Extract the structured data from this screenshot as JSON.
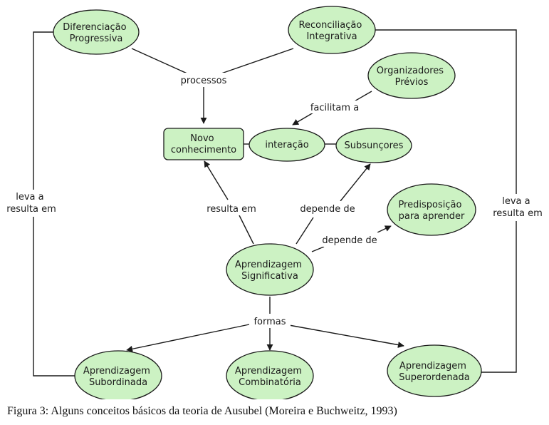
{
  "caption": "Figura 3: Alguns conceitos básicos da teoria de Ausubel (Moreira e Buchweitz, 1993)",
  "colors": {
    "node_fill": "#ccf2c3",
    "stroke": "#1a1a1a",
    "background": "#ffffff"
  },
  "nodes": {
    "diferenciacao": [
      "Diferenciação",
      "Progressiva"
    ],
    "reconciliacao": [
      "Reconciliação",
      "Integrativa"
    ],
    "organizadores": [
      "Organizadores",
      "Prévios"
    ],
    "novo": [
      "Novo",
      "conhecimento"
    ],
    "interacao": [
      "interação"
    ],
    "subsuncores": [
      "Subsunçores"
    ],
    "predisposicao": [
      "Predisposição",
      "para aprender"
    ],
    "aprendizagem": [
      "Aprendizagem",
      "Significativa"
    ],
    "subordinada": [
      "Aprendizagem",
      "Subordinada"
    ],
    "combinatoria": [
      "Aprendizagem",
      "Combinatória"
    ],
    "superordenada": [
      "Aprendizagem",
      "Superordenada"
    ]
  },
  "links": {
    "processos": [
      "processos"
    ],
    "facilitam": [
      "facilitam a"
    ],
    "resulta_em": [
      "resulta em"
    ],
    "depende_de_1": [
      "depende de"
    ],
    "depende_de_2": [
      "depende de"
    ],
    "formas": [
      "formas"
    ],
    "leva_left": [
      "leva a",
      "resulta em"
    ],
    "leva_right": [
      "leva a",
      "resulta em"
    ]
  }
}
